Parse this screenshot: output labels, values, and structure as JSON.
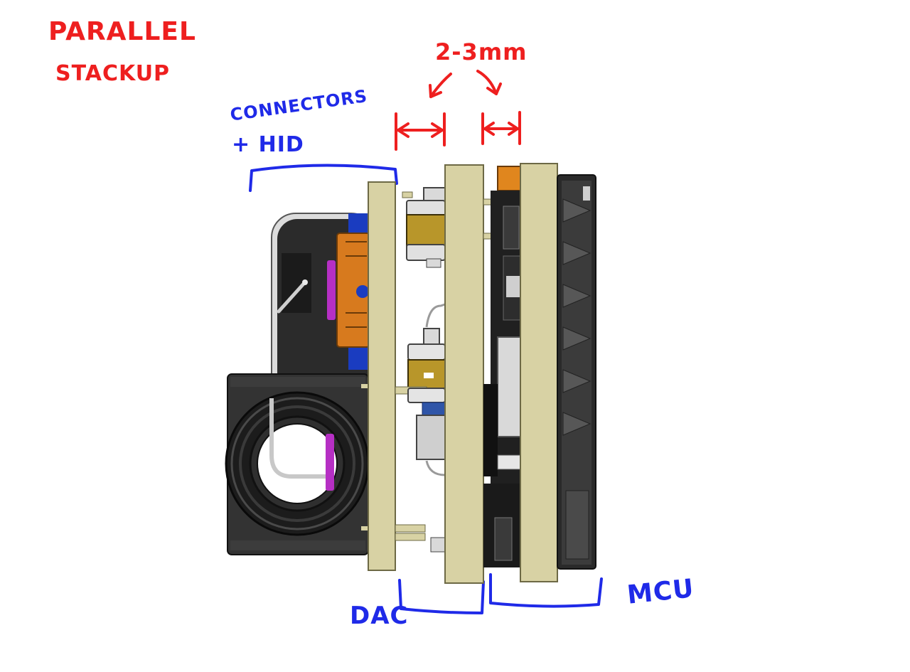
{
  "annotations": {
    "title_line1": "PARALLEL",
    "title_line2": "STACKUP",
    "spacing_label": "2-3mm",
    "connectors_line1": "CONNECTORS",
    "connectors_line2": "+ HID",
    "dac_label": "DAC",
    "mcu_label": "MCU"
  },
  "colors": {
    "annotation_red": "#ee1f1f",
    "annotation_blue": "#1f2ae8",
    "pcb_board": "#d8d2a4",
    "housing_dark": "#2b2b2b",
    "connector_blue": "#1a3cc0",
    "connector_orange": "#d77a1e",
    "magenta": "#b62fc4",
    "brass": "#b8962a"
  }
}
